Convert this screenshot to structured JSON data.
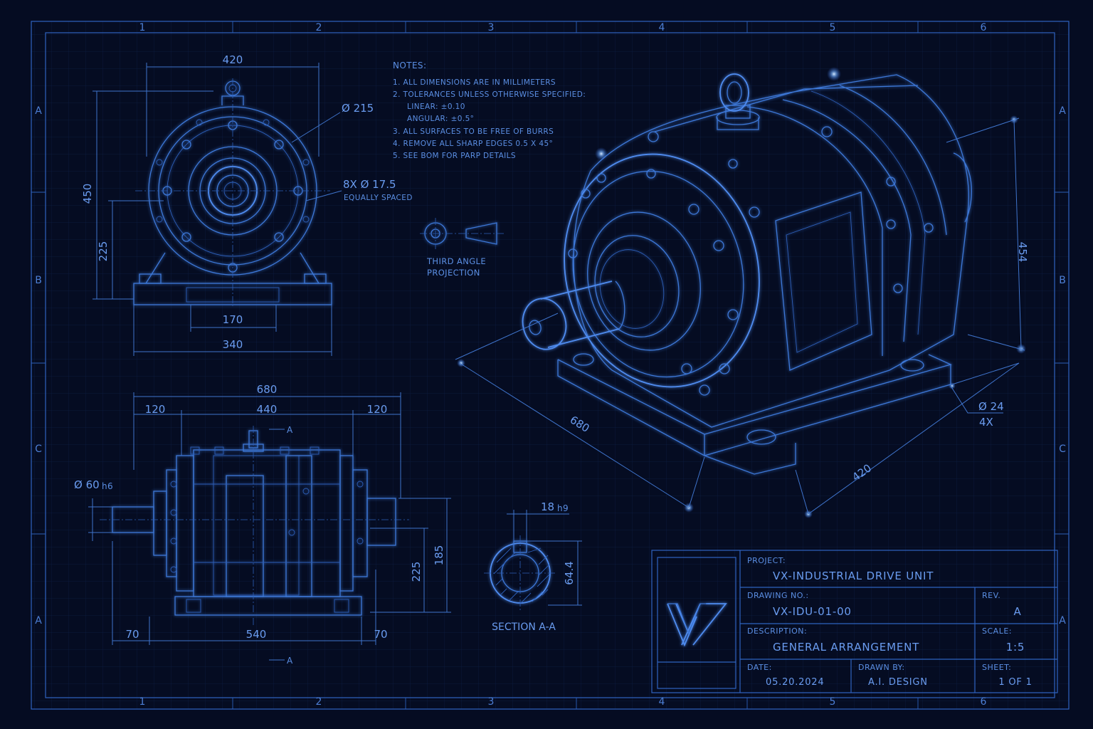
{
  "zones": {
    "columns": [
      "1",
      "2",
      "3",
      "4",
      "5",
      "6"
    ],
    "rows": [
      "A",
      "B",
      "C",
      "A"
    ]
  },
  "notes": {
    "heading": "NOTES:",
    "items": [
      "1. ALL DIMENSIONS ARE IN MILLIMETERS",
      "2. TOLERANCES UNLESS OTHERWISE SPECIFIED:",
      "LINEAR: ±0.10",
      "ANGULAR: ±0.5°",
      "3. ALL SURFACES TO BE FREE OF BURRS",
      "4. REMOVE ALL SHARP EDGES 0.5 X 45°",
      "5. SEE BOM FOR PARP DETAILS"
    ]
  },
  "projection": {
    "line1": "THIRD ANGLE",
    "line2": "PROJECTION"
  },
  "front_view": {
    "width_top": "420",
    "diameter": "Ø 215",
    "height_total": "450",
    "height_center": "225",
    "bolts": "8X Ø 17.5",
    "bolts_note": "EQUALLY SPACED",
    "base_inner": "170",
    "base_outer": "340"
  },
  "side_view": {
    "overall": "680",
    "left_flange": "120",
    "center_body": "440",
    "right_flange": "120",
    "shaft_dia": "Ø 60",
    "shaft_fit": "h6",
    "height_center": "225",
    "height_upper": "185",
    "base_left": "70",
    "base_length": "540",
    "base_right": "70",
    "section_mark": "A"
  },
  "section": {
    "keyway": "18",
    "keyway_fit": "h9",
    "depth": "64.4",
    "label": "SECTION A-A"
  },
  "iso_view": {
    "length": "680",
    "width": "420",
    "height": "454",
    "hole_dia": "Ø 24",
    "hole_count": "4X"
  },
  "title_block": {
    "logo": "VX",
    "project_label": "PROJECT:",
    "project_value": "VX-INDUSTRIAL DRIVE UNIT",
    "drawing_no_label": "DRAWING NO.:",
    "drawing_no_value": "VX-IDU-01-00",
    "rev_label": "REV.",
    "rev_value": "A",
    "description_label": "DESCRIPTION:",
    "description_value": "GENERAL ARRANGEMENT",
    "scale_label": "SCALE:",
    "scale_value": "1:5",
    "date_label": "DATE:",
    "date_value": "05.20.2024",
    "drawn_by_label": "DRAWN BY:",
    "drawn_by_value": "A.I. DESIGN",
    "sheet_label": "SHEET:",
    "sheet_value": "1 OF 1"
  },
  "colors": {
    "background": "#050c22",
    "line": "#3d78d8",
    "text": "#5a8fe6",
    "glow": "#8fc1ff"
  }
}
